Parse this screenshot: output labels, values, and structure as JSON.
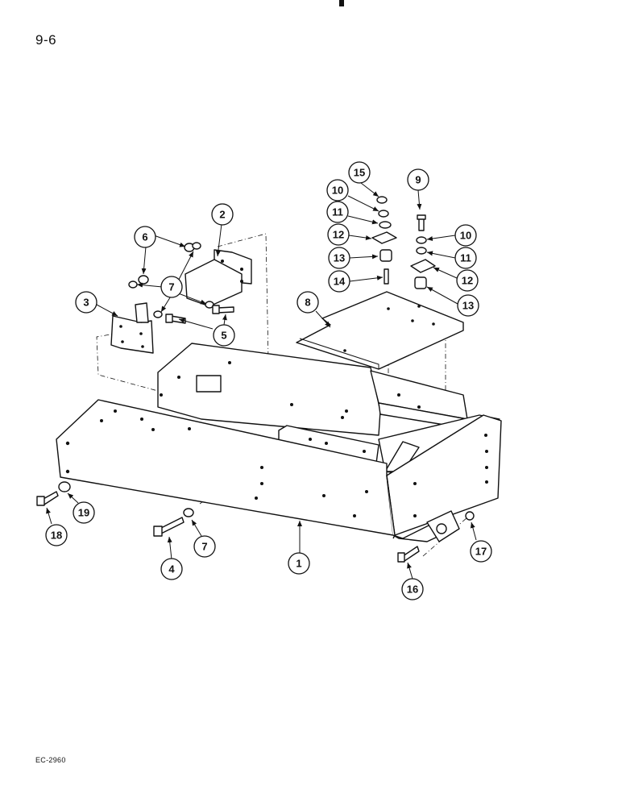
{
  "page_number": "9-6",
  "footer_code": "EC-2960",
  "callouts": [
    {
      "id": "c1",
      "label": "1"
    },
    {
      "id": "c2",
      "label": "2"
    },
    {
      "id": "c3",
      "label": "3"
    },
    {
      "id": "c4",
      "label": "4"
    },
    {
      "id": "c5",
      "label": "5"
    },
    {
      "id": "c6",
      "label": "6"
    },
    {
      "id": "c7a",
      "label": "7"
    },
    {
      "id": "c7b",
      "label": "7"
    },
    {
      "id": "c8",
      "label": "8"
    },
    {
      "id": "c9",
      "label": "9"
    },
    {
      "id": "c10a",
      "label": "10"
    },
    {
      "id": "c10b",
      "label": "10"
    },
    {
      "id": "c11a",
      "label": "11"
    },
    {
      "id": "c11b",
      "label": "11"
    },
    {
      "id": "c12a",
      "label": "12"
    },
    {
      "id": "c12b",
      "label": "12"
    },
    {
      "id": "c13a",
      "label": "13"
    },
    {
      "id": "c13b",
      "label": "13"
    },
    {
      "id": "c14",
      "label": "14"
    },
    {
      "id": "c15",
      "label": "15"
    },
    {
      "id": "c16",
      "label": "16"
    },
    {
      "id": "c17",
      "label": "17"
    },
    {
      "id": "c18",
      "label": "18"
    },
    {
      "id": "c19",
      "label": "19"
    }
  ]
}
